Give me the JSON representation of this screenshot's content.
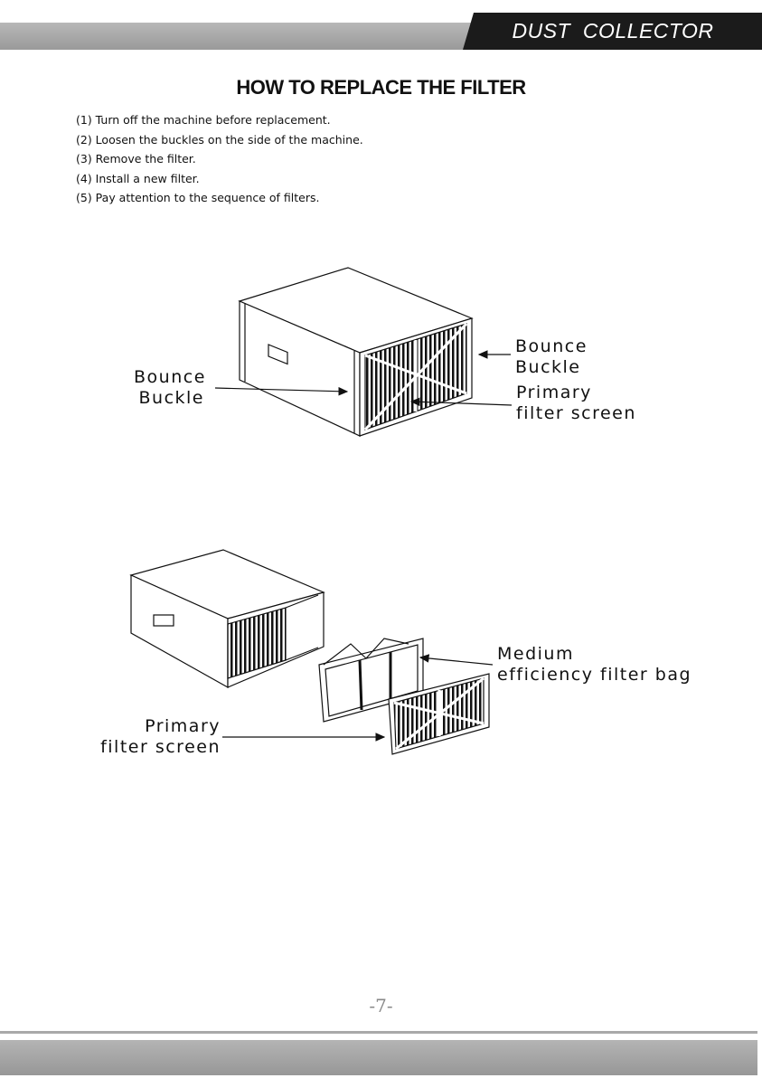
{
  "header": {
    "title": "DUST  COLLECTOR"
  },
  "page": {
    "title": "HOW TO REPLACE THE FILTER",
    "page_number": "-7-"
  },
  "steps": [
    "(1) Turn off the machine before replacement.",
    "(2)  Loosen the buckles on the side of the machine.",
    "(3) Remove the filter.",
    "(4) Install a new filter.",
    "(5) Pay attention to the sequence of filters."
  ],
  "figure1": {
    "label_bounce_buckle_right": [
      "Bounce",
      "Buckle"
    ],
    "label_bounce_buckle_left": [
      "Bounce",
      "Buckle"
    ],
    "label_primary_filter": [
      "Primary",
      "filter screen"
    ]
  },
  "figure2": {
    "label_medium_filter": [
      "Medium",
      "efficiency filter bag"
    ],
    "label_primary_filter": [
      "Primary",
      "filter screen"
    ]
  }
}
